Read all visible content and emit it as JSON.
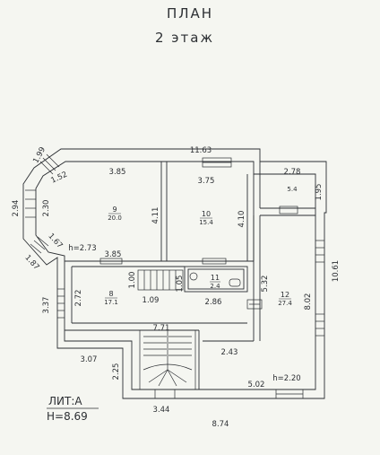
{
  "title": {
    "line1": "ПЛАН",
    "line2": "2 этаж"
  },
  "litera": {
    "lit": "ЛИТ:А",
    "height": "H=8.69"
  },
  "rooms": [
    {
      "id": "9",
      "number": "9",
      "area": "20.0"
    },
    {
      "id": "10",
      "number": "10",
      "area": "15.4"
    },
    {
      "id": "small",
      "number": "",
      "area": "5.4"
    },
    {
      "id": "11",
      "number": "11",
      "area": "2.4"
    },
    {
      "id": "8",
      "number": "8",
      "area": "17.1"
    },
    {
      "id": "12",
      "number": "12",
      "area": "27.4"
    }
  ],
  "dimensions": {
    "d_199": "1.99",
    "d_1163": "11.63",
    "d_385_top": "3.85",
    "d_152": "1.52",
    "d_375": "3.75",
    "d_278": "2.78",
    "d_195": "1.95",
    "d_294": "2.94",
    "d_230": "2.30",
    "d_411": "4.11",
    "d_410": "4.10",
    "d_167": "1.67",
    "h_273": "h=2.73",
    "d_385_mid": "3.85",
    "d_187": "1.87",
    "d_1061": "10.61",
    "d_337": "3.37",
    "d_272": "2.72",
    "d_100": "1.00",
    "d_105": "1.05",
    "d_532": "5.32",
    "d_802": "8.02",
    "d_109": "1.09",
    "d_286": "2.86",
    "d_771": "7.71",
    "d_243": "2.43",
    "d_307": "3.07",
    "d_225": "2.25",
    "h_220": "h=2.20",
    "d_502": "5.02",
    "d_344": "3.44",
    "d_874": "8.74"
  },
  "colors": {
    "paper": "#f5f6f1",
    "ink": "#2c2f33"
  }
}
